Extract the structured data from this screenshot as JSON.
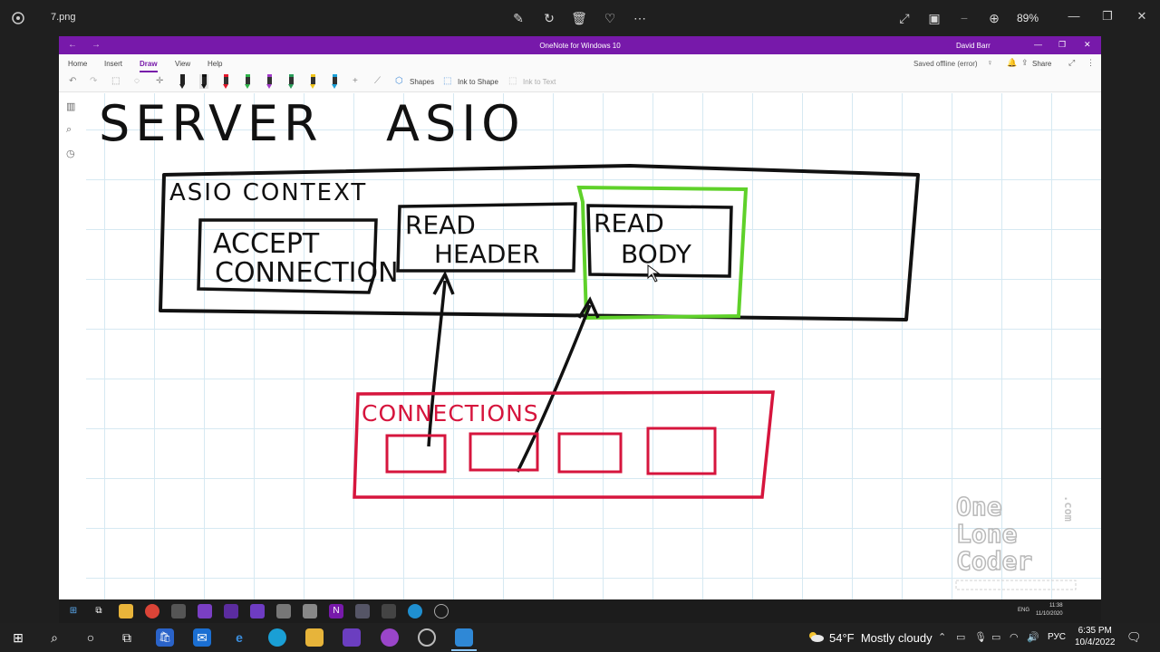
{
  "photos": {
    "file_name": "7.png",
    "zoom": "89%"
  },
  "onenote": {
    "title": "OneNote for Windows 10",
    "user": "David Barr",
    "tabs": [
      {
        "label": "Home",
        "active": false
      },
      {
        "label": "Insert",
        "active": false
      },
      {
        "label": "Draw",
        "active": true
      },
      {
        "label": "View",
        "active": false
      },
      {
        "label": "Help",
        "active": false
      }
    ],
    "status": "Saved offline (error)",
    "share_label": "Share",
    "tools": {
      "shapes_label": "Shapes",
      "ink_to_shape_label": "Ink to Shape",
      "ink_to_text_label": "Ink to Text"
    },
    "pen_colors": [
      "#222222",
      "#111111",
      "#e3172b",
      "#2fb34a",
      "#a23bc9",
      "#2a9d5a",
      "#f0c419",
      "#1aa0d8"
    ]
  },
  "drawing": {
    "title": "SERVER   ASIO",
    "context_label": "ASIO CONTEXT",
    "accept": [
      "ACCEPT",
      "CONNECTION"
    ],
    "read_header": [
      "READ",
      "HEADER"
    ],
    "read_body": [
      "READ",
      "BODY"
    ],
    "connections_label": "CONNECTIONS",
    "colors": {
      "ink": "#111111",
      "red": "#d6153d",
      "green": "#5fd12a"
    }
  },
  "watermark": {
    "lines": [
      "One",
      "Lone",
      "Coder"
    ],
    "suffix": ".com"
  },
  "inner_taskbar": {
    "lang": "ENG",
    "time": "11:38",
    "date": "11/10/2020"
  },
  "taskbar": {
    "weather": "54°F  Mostly cloudy",
    "lang": "РУС",
    "time": "6:35 PM",
    "date": "10/4/2022"
  }
}
